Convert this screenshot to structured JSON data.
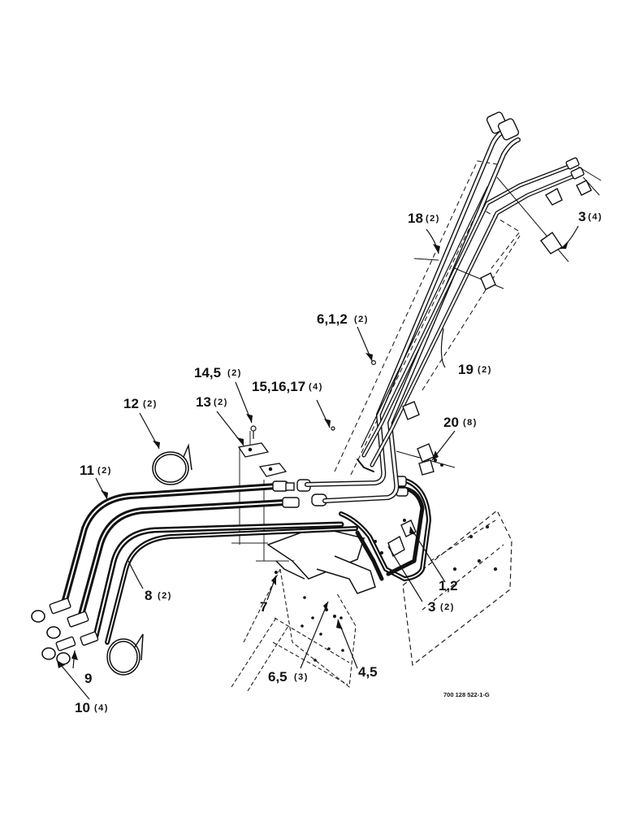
{
  "figure_id": "700 128 522-1-G",
  "callouts": {
    "c3_top": {
      "num": "3",
      "qty": "(4)"
    },
    "c18": {
      "num": "18",
      "qty": "(2)"
    },
    "c612": {
      "num": "6,1,2",
      "qty": "(2)"
    },
    "c19": {
      "num": "19",
      "qty": "(2)"
    },
    "c145": {
      "num": "14,5",
      "qty": "(2)"
    },
    "c151617": {
      "num": "15,16,17",
      "qty": "(4)"
    },
    "c12": {
      "num": "12",
      "qty": "(2)"
    },
    "c13": {
      "num": "13",
      "qty": "(2)"
    },
    "c20": {
      "num": "20",
      "qty": "(8)"
    },
    "c11": {
      "num": "11",
      "qty": "(2)"
    },
    "c12b": {
      "num": "1,2",
      "qty": ""
    },
    "c8": {
      "num": "8",
      "qty": "(2)"
    },
    "c3_low": {
      "num": "3",
      "qty": "(2)"
    },
    "c7": {
      "num": "7",
      "qty": ""
    },
    "c9": {
      "num": "9",
      "qty": ""
    },
    "c45": {
      "num": "4,5",
      "qty": ""
    },
    "c65": {
      "num": "6,5",
      "qty": "(3)"
    },
    "c10": {
      "num": "10",
      "qty": "(4)"
    }
  }
}
